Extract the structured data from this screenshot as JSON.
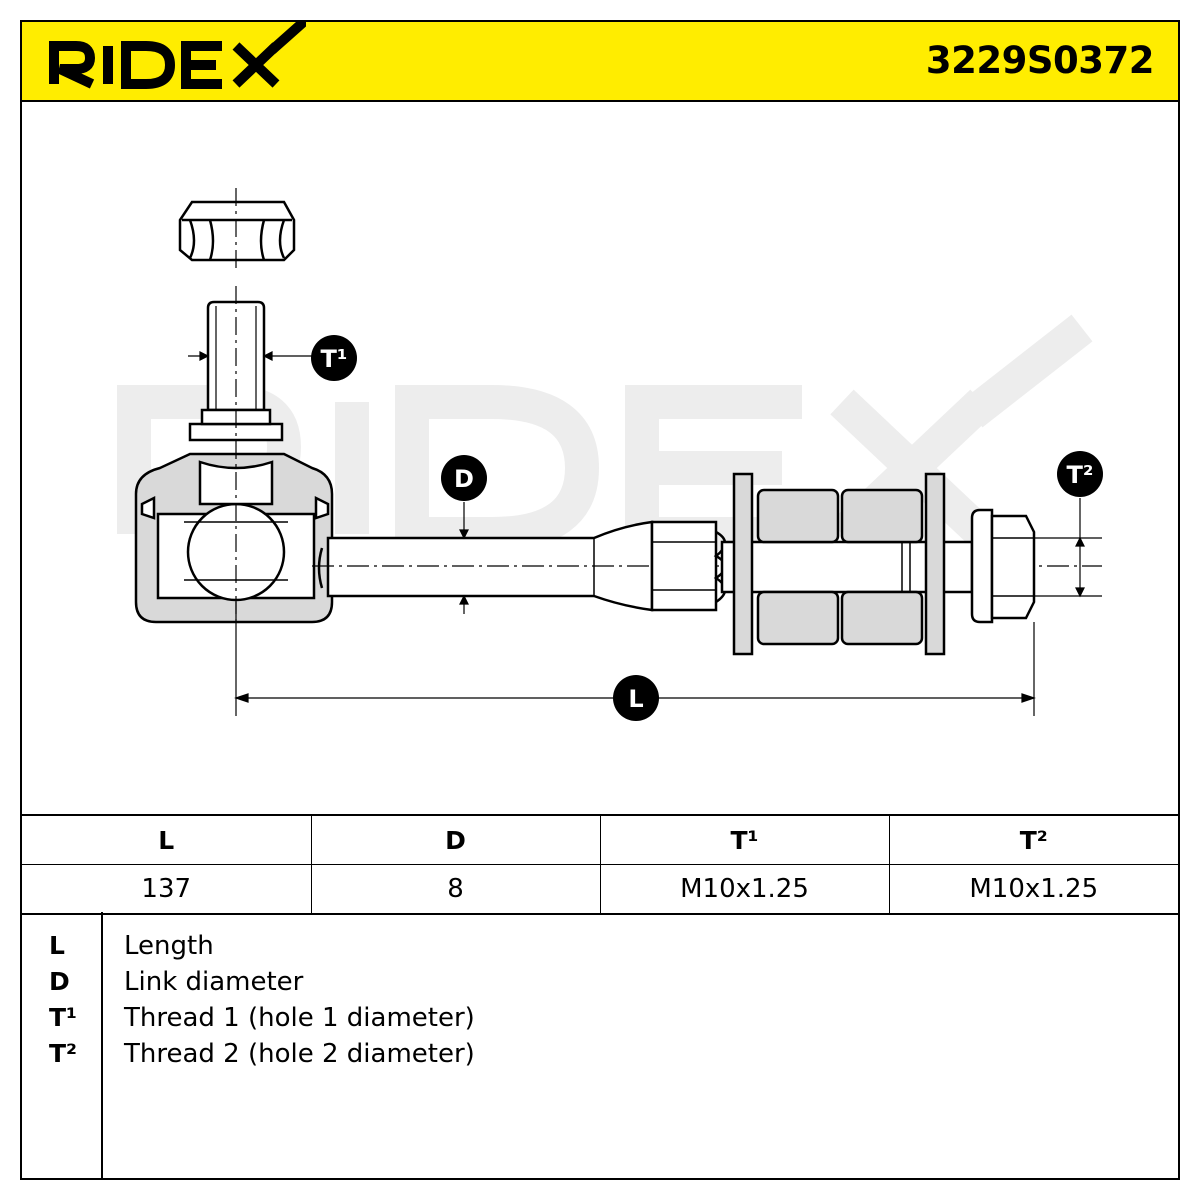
{
  "header": {
    "brand": "RIDEX",
    "part_number": "3229S0372",
    "background_color": "#ffed00"
  },
  "drawing": {
    "watermark": "RIDEX",
    "callouts": {
      "t1": "T¹",
      "d": "D",
      "t2": "T²",
      "l": "L"
    }
  },
  "specs": {
    "headers": [
      "L",
      "D",
      "T¹",
      "T²"
    ],
    "values": [
      "137",
      "8",
      "M10x1.25",
      "M10x1.25"
    ]
  },
  "legend": [
    {
      "symbol": "L",
      "description": "Length"
    },
    {
      "symbol": "D",
      "description": "Link diameter"
    },
    {
      "symbol": "T¹",
      "description": "Thread 1 (hole 1 diameter)"
    },
    {
      "symbol": "T²",
      "description": "Thread 2 (hole 2 diameter)"
    }
  ]
}
